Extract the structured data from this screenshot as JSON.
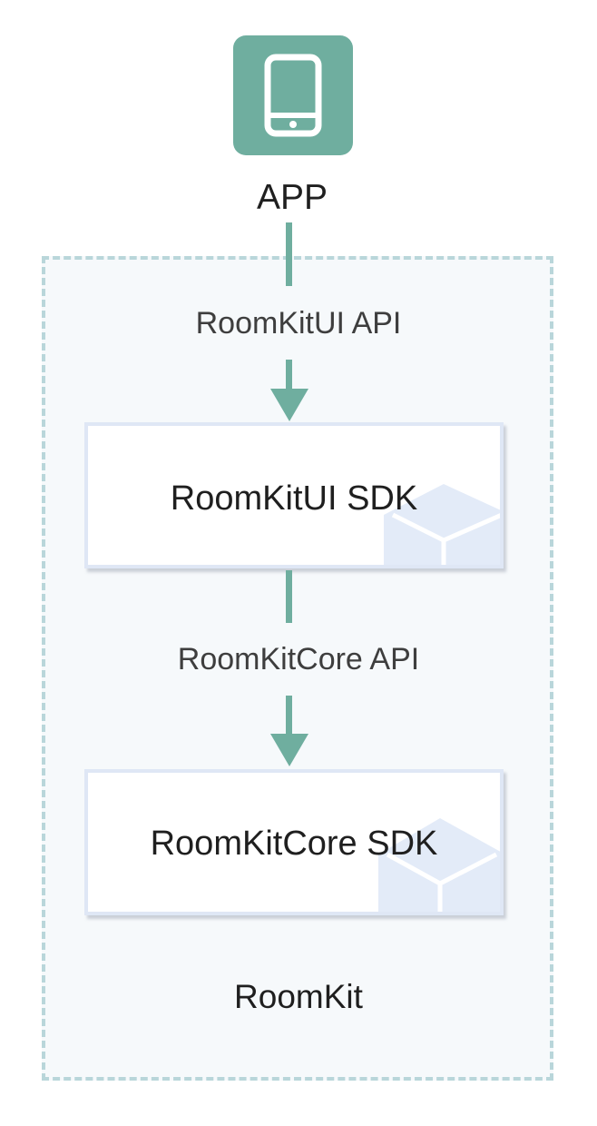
{
  "app": {
    "label": "APP",
    "icon": "smartphone-icon"
  },
  "container": {
    "label": "RoomKit"
  },
  "connectors": [
    {
      "label": "RoomKitUI API"
    },
    {
      "label": "RoomKitCore API"
    }
  ],
  "sdks": [
    {
      "label": "RoomKitUI SDK",
      "icon": "cube-icon"
    },
    {
      "label": "RoomKitCore SDK",
      "icon": "cube-icon"
    }
  ],
  "colors": {
    "accent": "#6fae9f",
    "container_border": "#b9d6da",
    "container_fill": "#f6f9fb",
    "box_border": "#dfe7f5",
    "cube": "#e3ebf8"
  }
}
